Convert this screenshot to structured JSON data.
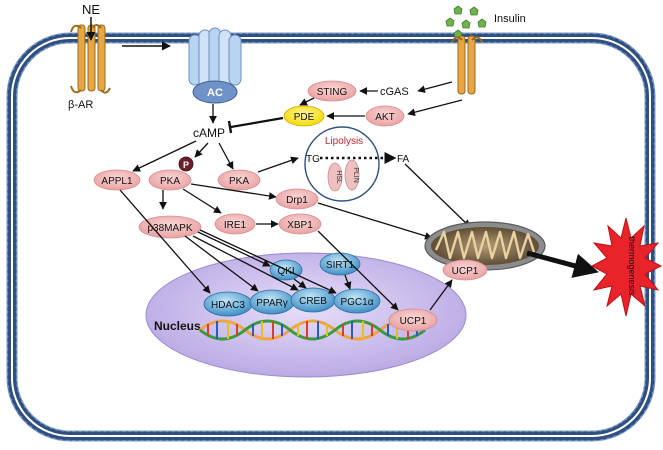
{
  "signals": {
    "ne": "NE",
    "insulin": "Insulin",
    "beta_ar": "β-AR",
    "ac": "AC"
  },
  "nodes": {
    "sting": "STING",
    "cgas": "cGAS",
    "pde": "PDE",
    "akt": "AKT",
    "camp": "cAMP",
    "appl1": "APPL1",
    "phospho": "P",
    "pka_main": "PKA",
    "pka_second": "PKA",
    "drp1": "Drp1",
    "p38mapk": "p38MAPK",
    "ire1": "IRE1",
    "xbp1": "XBP1",
    "ucp1_mito": "UCP1"
  },
  "lipolysis": {
    "title": "Lipolysis",
    "tg": "TG",
    "fa": "FA",
    "hsl": "HSL",
    "plin": "PLIN"
  },
  "nucleus": {
    "label": "Nucleus",
    "qki": "QKI",
    "sirt1": "SIRT1",
    "hdac3": "HDAC3",
    "ppar": "PPARγ",
    "creb": "CREB",
    "pgc1a": "PGC1α",
    "ucp1_gene": "UCP1"
  },
  "output": {
    "thermogenesis": "thermogenesis"
  },
  "colors": {
    "membrane": "#5b7fae",
    "pink_node": "#f2b8b8",
    "pde_fill": "#ffe600",
    "nucleus_fill": "#cfc2ec",
    "blue_node": "#5aa7d6",
    "thermogenesis": "#e8242a",
    "receptor": "#e8a640",
    "insulin": "#6fb34d"
  }
}
